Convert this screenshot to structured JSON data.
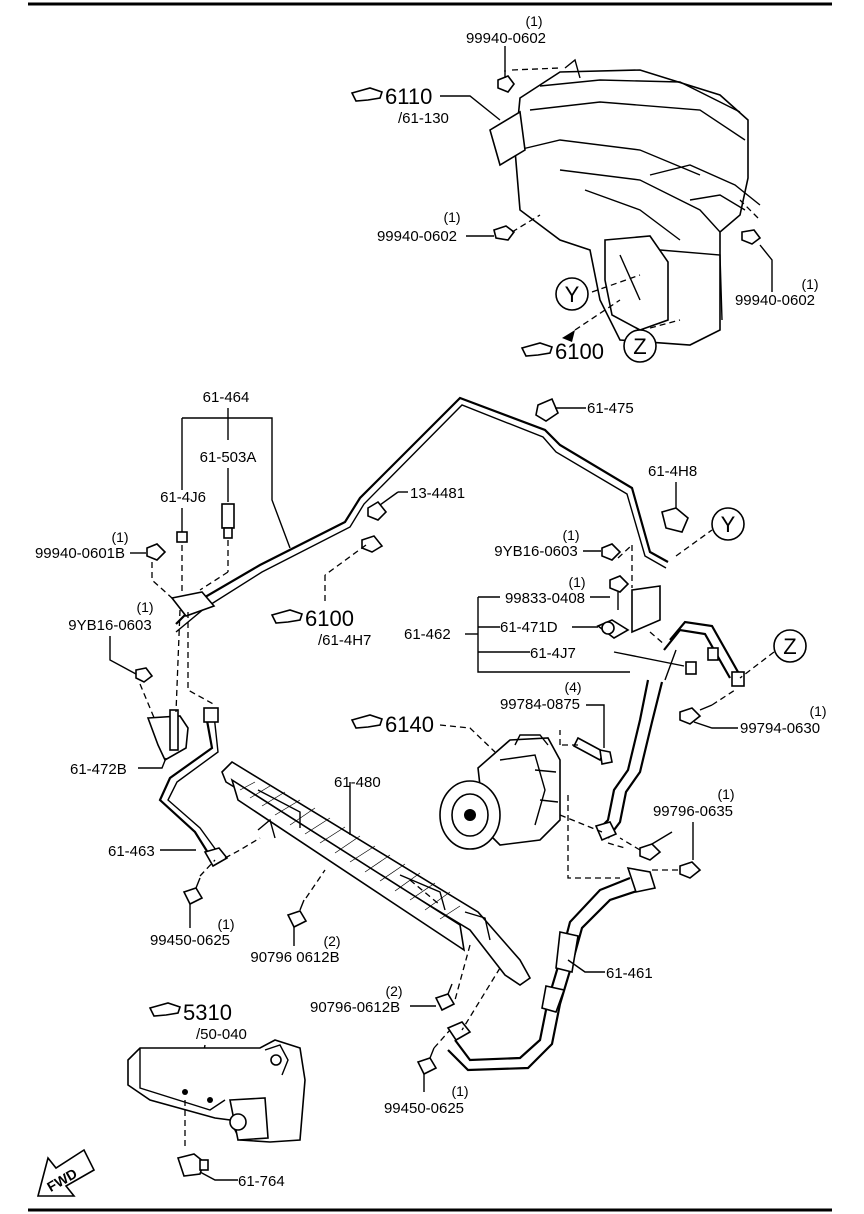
{
  "callouts": {
    "c_6110": {
      "code": "6110",
      "sub": "/61-130"
    },
    "c_6100_top": {
      "code": "6100"
    },
    "c_6100_mid": {
      "code": "6100",
      "sub": "/61-4H7"
    },
    "c_6140": {
      "code": "6140"
    },
    "c_5310": {
      "code": "5310",
      "sub": "/50-040"
    }
  },
  "labels": {
    "q_top": "(1)",
    "p_top": "99940-0602",
    "q_left_heater": "(1)",
    "p_left_heater": "99940-0602",
    "q_right_heater": "(1)",
    "p_right_heater": "99940-0602",
    "p_61_464": "61-464",
    "p_61_503a": "61-503A",
    "p_61_4j6": "61-4J6",
    "q_0601b": "(1)",
    "p_0601b": "99940-0601B",
    "q_9yb_left": "(1)",
    "p_9yb_left": "9YB16-0603",
    "p_61_472b": "61-472B",
    "p_61_463": "61-463",
    "p_99450_left": "99450-0625",
    "q_99450_left": "(1)",
    "p_90796_left": "90796 0612B",
    "q_90796_left": "(2)",
    "p_61_480": "61-480",
    "p_13_4481": "13-4481",
    "p_61_475": "61-475",
    "p_61_4h8": "61-4H8",
    "q_9yb_right": "(1)",
    "p_9yb_right": "9YB16-0603",
    "q_99833": "(1)",
    "p_99833": "99833-0408",
    "p_61_462": "61-462",
    "p_61_471d": "61-471D",
    "p_61_4j7": "61-4J7",
    "q_99784": "(4)",
    "p_99784": "99784-0875",
    "q_99794": "(1)",
    "p_99794": "99794-0630",
    "q_99796": "(1)",
    "p_99796": "99796-0635",
    "p_61_461": "61-461",
    "q_90796_b": "(2)",
    "p_90796_b": "90796-0612B",
    "p_99450_b": "99450-0625",
    "q_99450_b": "(1)",
    "p_61_764": "61-764",
    "mark_y": "Y",
    "mark_z": "Z",
    "fwd": "FWD"
  }
}
